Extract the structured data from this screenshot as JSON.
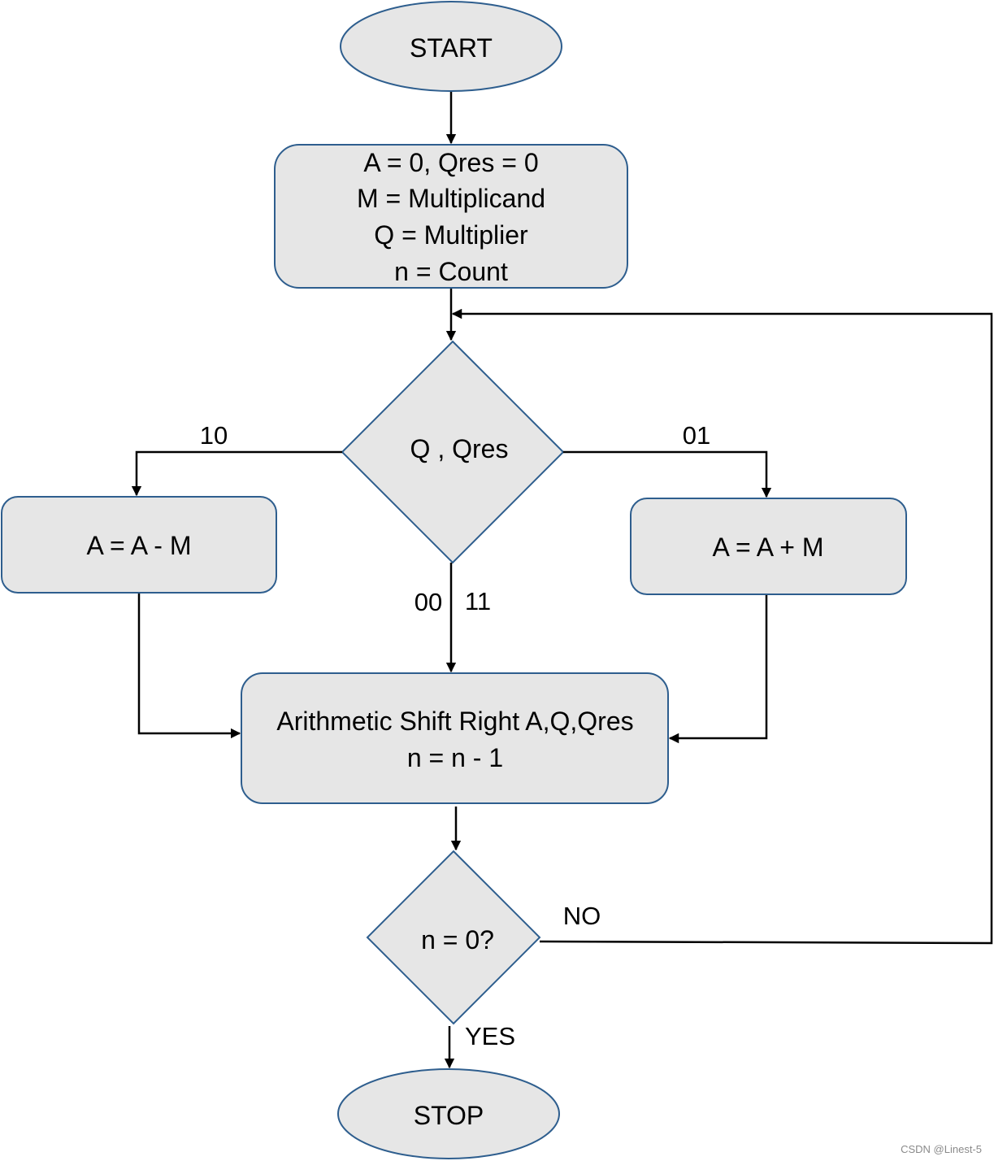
{
  "nodes": {
    "start": {
      "text": "START"
    },
    "init": {
      "lines": [
        "A = 0, Qres = 0",
        "M = Multiplicand",
        "Q = Multiplier",
        "n = Count"
      ]
    },
    "check_q": {
      "text": "Q , Qres"
    },
    "subtract": {
      "text": "A = A - M"
    },
    "add": {
      "text": "A = A + M"
    },
    "shift": {
      "lines": [
        "Arithmetic Shift Right A,Q,Qres",
        "n = n - 1"
      ]
    },
    "check_n": {
      "text": "n = 0?"
    },
    "stop": {
      "text": "STOP"
    }
  },
  "edges": {
    "to_subtract": "10",
    "to_add": "01",
    "to_shift_00": "00",
    "to_shift_11": "11",
    "loop_no": "NO",
    "to_stop_yes": "YES"
  },
  "watermark": "CSDN @Linest-5"
}
